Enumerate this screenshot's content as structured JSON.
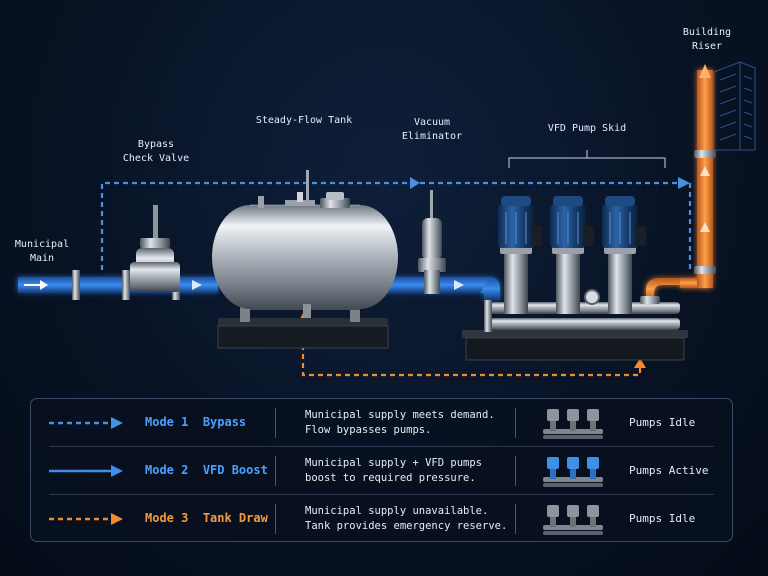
{
  "labels": {
    "municipal_main": [
      "Municipal",
      "Main"
    ],
    "bypass_check_valve": [
      "Bypass",
      "Check Valve"
    ],
    "steady_flow_tank": "Steady-Flow Tank",
    "vacuum_eliminator": [
      "Vacuum",
      "Eliminator"
    ],
    "vfd_pump_skid": "VFD Pump Skid",
    "building_riser": [
      "Building",
      "Riser"
    ]
  },
  "legend": [
    {
      "mode_num": "Mode 1",
      "mode_name": "Bypass",
      "color": "#4a90e2",
      "line_style": "dashed",
      "desc": [
        "Municipal supply meets demand.",
        "Flow bypasses pumps."
      ],
      "pump_icon": "pumps-grey-icon",
      "status": "Pumps Idle"
    },
    {
      "mode_num": "Mode 2",
      "mode_name": "VFD Boost",
      "color": "#3d8fe8",
      "line_style": "solid",
      "desc": [
        "Municipal supply + VFD pumps",
        "boost to required pressure."
      ],
      "pump_icon": "pumps-blue-icon",
      "status": "Pumps Active"
    },
    {
      "mode_num": "Mode 3",
      "mode_name": "Tank Draw",
      "color": "#f08a2c",
      "line_style": "dashed",
      "desc": [
        "Municipal supply unavailable.",
        "Tank provides emergency reserve."
      ],
      "pump_icon": "pumps-grey-icon",
      "status": "Pumps Idle"
    }
  ]
}
